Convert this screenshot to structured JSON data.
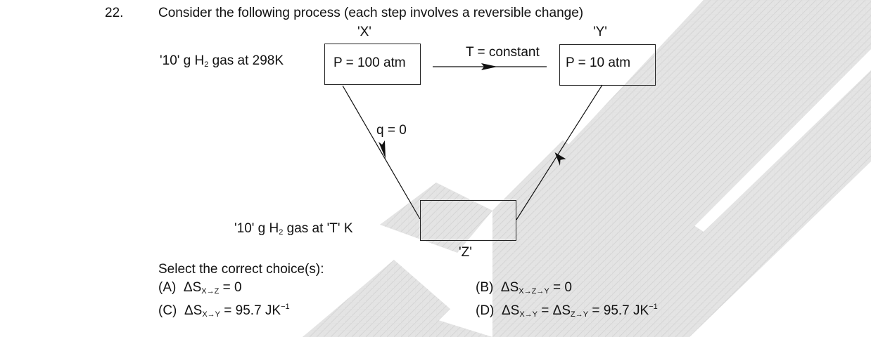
{
  "question": {
    "number": "22.",
    "stem": "Consider the following process (each step involves a reversible change)"
  },
  "diagram": {
    "label_x": "'X'",
    "label_y": "'Y'",
    "label_z": "'Z'",
    "box_x_text": "P = 100 atm",
    "box_y_text": "P = 10 atm",
    "arrow_xy_label": "T = constant",
    "arrow_xz_label": "q = 0",
    "initial_state": {
      "prefix": "'10' g H",
      "sub": "2",
      "suffix": " gas at 298K"
    },
    "final_state": {
      "prefix": "'10' g H",
      "sub": "2",
      "suffix": " gas at 'T' K"
    }
  },
  "choices": {
    "prompt": "Select the correct choice(s):",
    "options": [
      {
        "letter": "(A)",
        "pre": "ΔS",
        "sub": "X→Z",
        "mid": " = 0",
        "sub2": "",
        "post": "",
        "sup": ""
      },
      {
        "letter": "(B)",
        "pre": "ΔS",
        "sub": "X→Z→Y",
        "mid": " = 0",
        "sub2": "",
        "post": "",
        "sup": ""
      },
      {
        "letter": "(C)",
        "pre": "ΔS",
        "sub": "X→Y",
        "mid": " = 95.7 JK",
        "sub2": "",
        "post": "",
        "sup": "−1"
      },
      {
        "letter": "(D)",
        "pre": "ΔS",
        "sub": "X→Y",
        "mid": " = ΔS",
        "sub2": "Z→Y",
        "post": " = 95.7 JK",
        "sup": "−1"
      }
    ]
  },
  "colors": {
    "ink": "#111111",
    "watermark": "#c8c8c8"
  }
}
